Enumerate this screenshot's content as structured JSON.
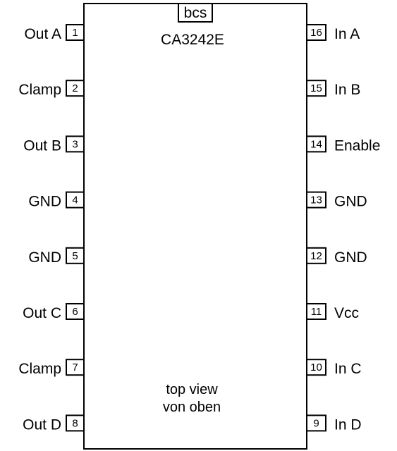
{
  "chip": {
    "logo": "bcs",
    "part_number": "CA3242E",
    "view_line1": "top view",
    "view_line2": "von oben"
  },
  "pins_left": [
    {
      "number": "1",
      "label": "Out A"
    },
    {
      "number": "2",
      "label": "Clamp"
    },
    {
      "number": "3",
      "label": "Out B"
    },
    {
      "number": "4",
      "label": "GND"
    },
    {
      "number": "5",
      "label": "GND"
    },
    {
      "number": "6",
      "label": "Out C"
    },
    {
      "number": "7",
      "label": "Clamp"
    },
    {
      "number": "8",
      "label": "Out D"
    }
  ],
  "pins_right": [
    {
      "number": "16",
      "label": "In A"
    },
    {
      "number": "15",
      "label": "In B"
    },
    {
      "number": "14",
      "label": "Enable"
    },
    {
      "number": "13",
      "label": "GND"
    },
    {
      "number": "12",
      "label": "GND"
    },
    {
      "number": "11",
      "label": "Vcc"
    },
    {
      "number": "10",
      "label": "In C"
    },
    {
      "number": "9",
      "label": "In D"
    }
  ]
}
